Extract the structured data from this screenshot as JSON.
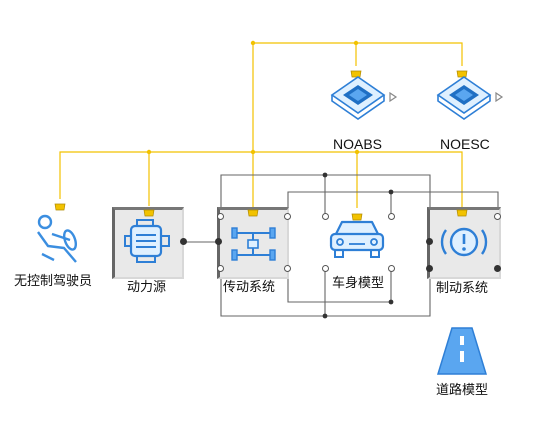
{
  "blocks": {
    "driver": {
      "label": "无控制驾驶员",
      "icon": "steering-driver-icon"
    },
    "powertrain": {
      "label": "动力源",
      "icon": "engine-icon"
    },
    "drivetrain": {
      "label": "传动系统",
      "icon": "chassis-icon"
    },
    "vehicle_body": {
      "label": "车身模型",
      "icon": "car-icon"
    },
    "brake": {
      "label": "制动系统",
      "icon": "brake-warning-icon"
    },
    "road": {
      "label": "道路模型",
      "icon": "road-icon"
    },
    "noabs": {
      "label": "NOABS",
      "icon": "chip-icon"
    },
    "noesc": {
      "label": "NOESC",
      "icon": "chip-icon"
    }
  },
  "colors": {
    "signal_line": "#f2c200",
    "connection_line": "#555555",
    "icon_blue": "#2e7fd6",
    "icon_blue_light": "#5aa6f0",
    "block_bg": "#e9e9e9"
  }
}
